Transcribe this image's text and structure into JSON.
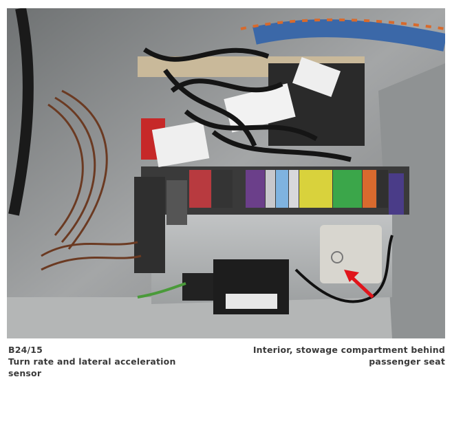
{
  "photo": {
    "description_icon": "photo-icon"
  },
  "caption_left": {
    "code": "B24/15",
    "line1": "Turn rate and lateral acceleration",
    "line2": "sensor"
  },
  "caption_right": {
    "line1": "Interior, stowage compartment behind",
    "line2": "passenger seat"
  },
  "colors": {
    "arrow": "#e0151b",
    "background": "#ffffff",
    "caption_text": "#3a3a3a"
  }
}
